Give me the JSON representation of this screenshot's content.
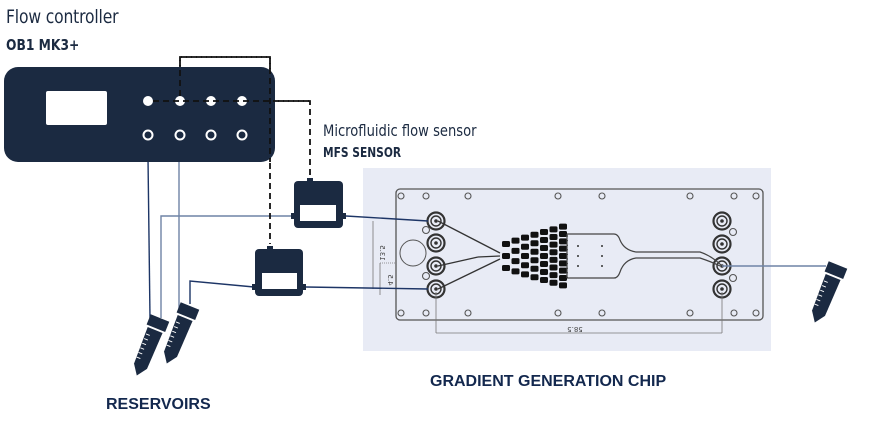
{
  "labels": {
    "controller_title": "Flow controller",
    "controller_model": "OB1 MK3+",
    "sensor_title": "Microfluidic flow sensor",
    "sensor_model": "MFS SENSOR",
    "chip_caption": "GRADIENT GENERATION CHIP",
    "reservoirs_caption": "RESERVOIRS"
  },
  "chip_dimensions": {
    "vertical_long": "13.5",
    "vertical_short": "4.5",
    "horizontal": "58.5"
  },
  "components": {
    "controller": {
      "name": "OB1 MK3+",
      "pressure_outlets": 4,
      "connected_outlets": 2
    },
    "flow_sensors": 2,
    "reservoirs": 2,
    "waste_tube": 1,
    "chip_inlets": 4,
    "chip_outlets": 4
  },
  "colors": {
    "device": "#1b2a41",
    "tubing": "#6f83a6",
    "tubing_dark": "#1d3566",
    "chip_background": "#e8ebf5",
    "chip_line": "#4a4a4a",
    "caption": "#13284e"
  }
}
